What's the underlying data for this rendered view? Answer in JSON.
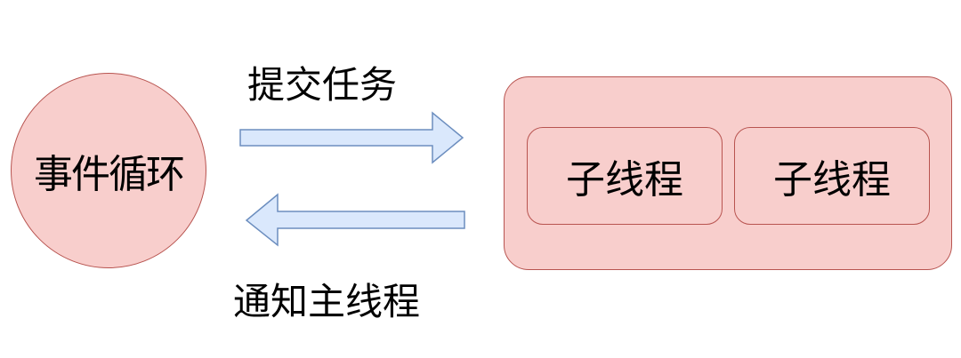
{
  "diagram": {
    "event_loop": {
      "label": "事件循环",
      "shape": "circle"
    },
    "submit_arrow": {
      "label": "提交任务",
      "direction": "right"
    },
    "notify_arrow": {
      "label": "通知主线程",
      "direction": "left"
    },
    "thread_pool": {
      "threads": [
        {
          "label": "子线程"
        },
        {
          "label": "子线程"
        }
      ]
    },
    "colors": {
      "node_fill": "#f8cecc",
      "node_stroke": "#b85450",
      "arrow_fill": "#dae8fc",
      "arrow_stroke": "#6c8ebf"
    }
  }
}
